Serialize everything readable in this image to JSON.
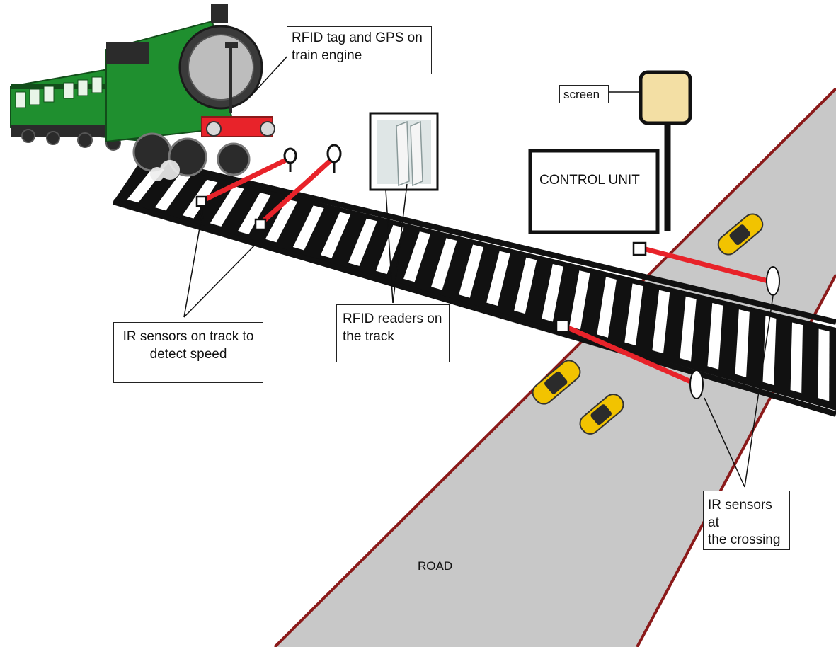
{
  "labels": {
    "rfid_gps": "RFID tag and GPS on\ntrain engine",
    "screen": "screen",
    "control_unit": "CONTROL UNIT",
    "ir_track": "IR sensors on track to\ndetect speed",
    "rfid_readers": "RFID readers on\nthe track",
    "ir_crossing": "IR sensors at\nthe crossing",
    "road": "ROAD"
  },
  "colors": {
    "train_green": "#1f8f2f",
    "train_dark": "#2b2b2b",
    "beam_red": "#e8232a",
    "road_fill": "#c8c8c8",
    "road_edge": "#8b1a1a",
    "track": "#111111",
    "car_yellow": "#f2c300",
    "screen_fill": "#f3dfa4"
  }
}
